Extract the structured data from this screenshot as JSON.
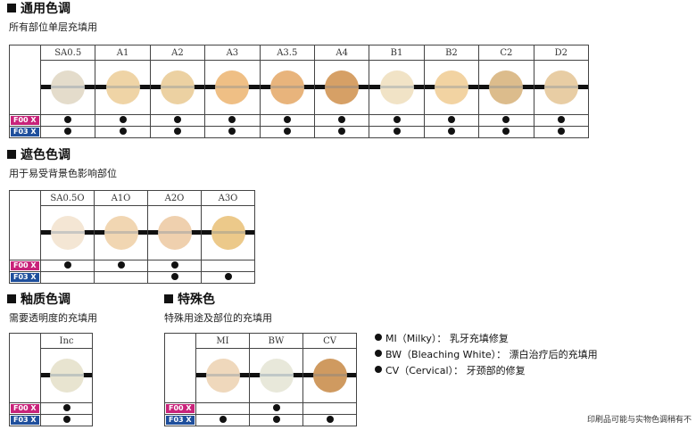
{
  "sections": {
    "general": {
      "title": "通用色调",
      "subtitle": "所有部位单层充填用",
      "shades": [
        {
          "name": "SA0.5",
          "color": "#e4dccb",
          "f00": true,
          "f03": true
        },
        {
          "name": "A1",
          "color": "#efd4a6",
          "f00": true,
          "f03": true
        },
        {
          "name": "A2",
          "color": "#ecd1a2",
          "f00": true,
          "f03": true
        },
        {
          "name": "A3",
          "color": "#efbf85",
          "f00": true,
          "f03": true
        },
        {
          "name": "A3.5",
          "color": "#e8b47c",
          "f00": true,
          "f03": true
        },
        {
          "name": "A4",
          "color": "#d6a066",
          "f00": true,
          "f03": true
        },
        {
          "name": "B1",
          "color": "#f1e3c6",
          "f00": true,
          "f03": true
        },
        {
          "name": "B2",
          "color": "#f2d3a2",
          "f00": true,
          "f03": true
        },
        {
          "name": "C2",
          "color": "#dcbc8c",
          "f00": true,
          "f03": true
        },
        {
          "name": "D2",
          "color": "#e8cda4",
          "f00": true,
          "f03": true
        }
      ]
    },
    "masking": {
      "title": "遮色色调",
      "subtitle": "用于易受背景色影响部位",
      "shades": [
        {
          "name": "SA0.5O",
          "color": "#f4e6d4",
          "f00": true,
          "f03": false
        },
        {
          "name": "A1O",
          "color": "#f1d6b2",
          "f00": true,
          "f03": false
        },
        {
          "name": "A2O",
          "color": "#efd0ae",
          "f00": true,
          "f03": true
        },
        {
          "name": "A3O",
          "color": "#ecc98a",
          "f00": false,
          "f03": true
        }
      ]
    },
    "enamel": {
      "title": "釉质色调",
      "subtitle": "需要透明度的充填用",
      "shades": [
        {
          "name": "Inc",
          "color": "#e8e4d0",
          "f00": true,
          "f03": true
        }
      ]
    },
    "special": {
      "title": "特殊色",
      "subtitle": "特殊用途及部位的充填用",
      "shades": [
        {
          "name": "MI",
          "color": "#efd8bc",
          "f00": false,
          "f03": true
        },
        {
          "name": "BW",
          "color": "#e8e8da",
          "f00": true,
          "f03": true
        },
        {
          "name": "CV",
          "color": "#cf9a60",
          "f00": false,
          "f03": true
        }
      ]
    }
  },
  "labels": {
    "f00": "F00 X",
    "f03": "F03 X"
  },
  "label_colors": {
    "f00": "#c8237a",
    "f03": "#1f4f9c"
  },
  "notes": [
    "MI（Milky）： 乳牙充填修复",
    "BW（Bleaching White）： 漂白治疗后的充填用",
    "CV（Cervical）： 牙颈部的修复"
  ],
  "disclaimer": "印刷品可能与实物色调稍有不"
}
